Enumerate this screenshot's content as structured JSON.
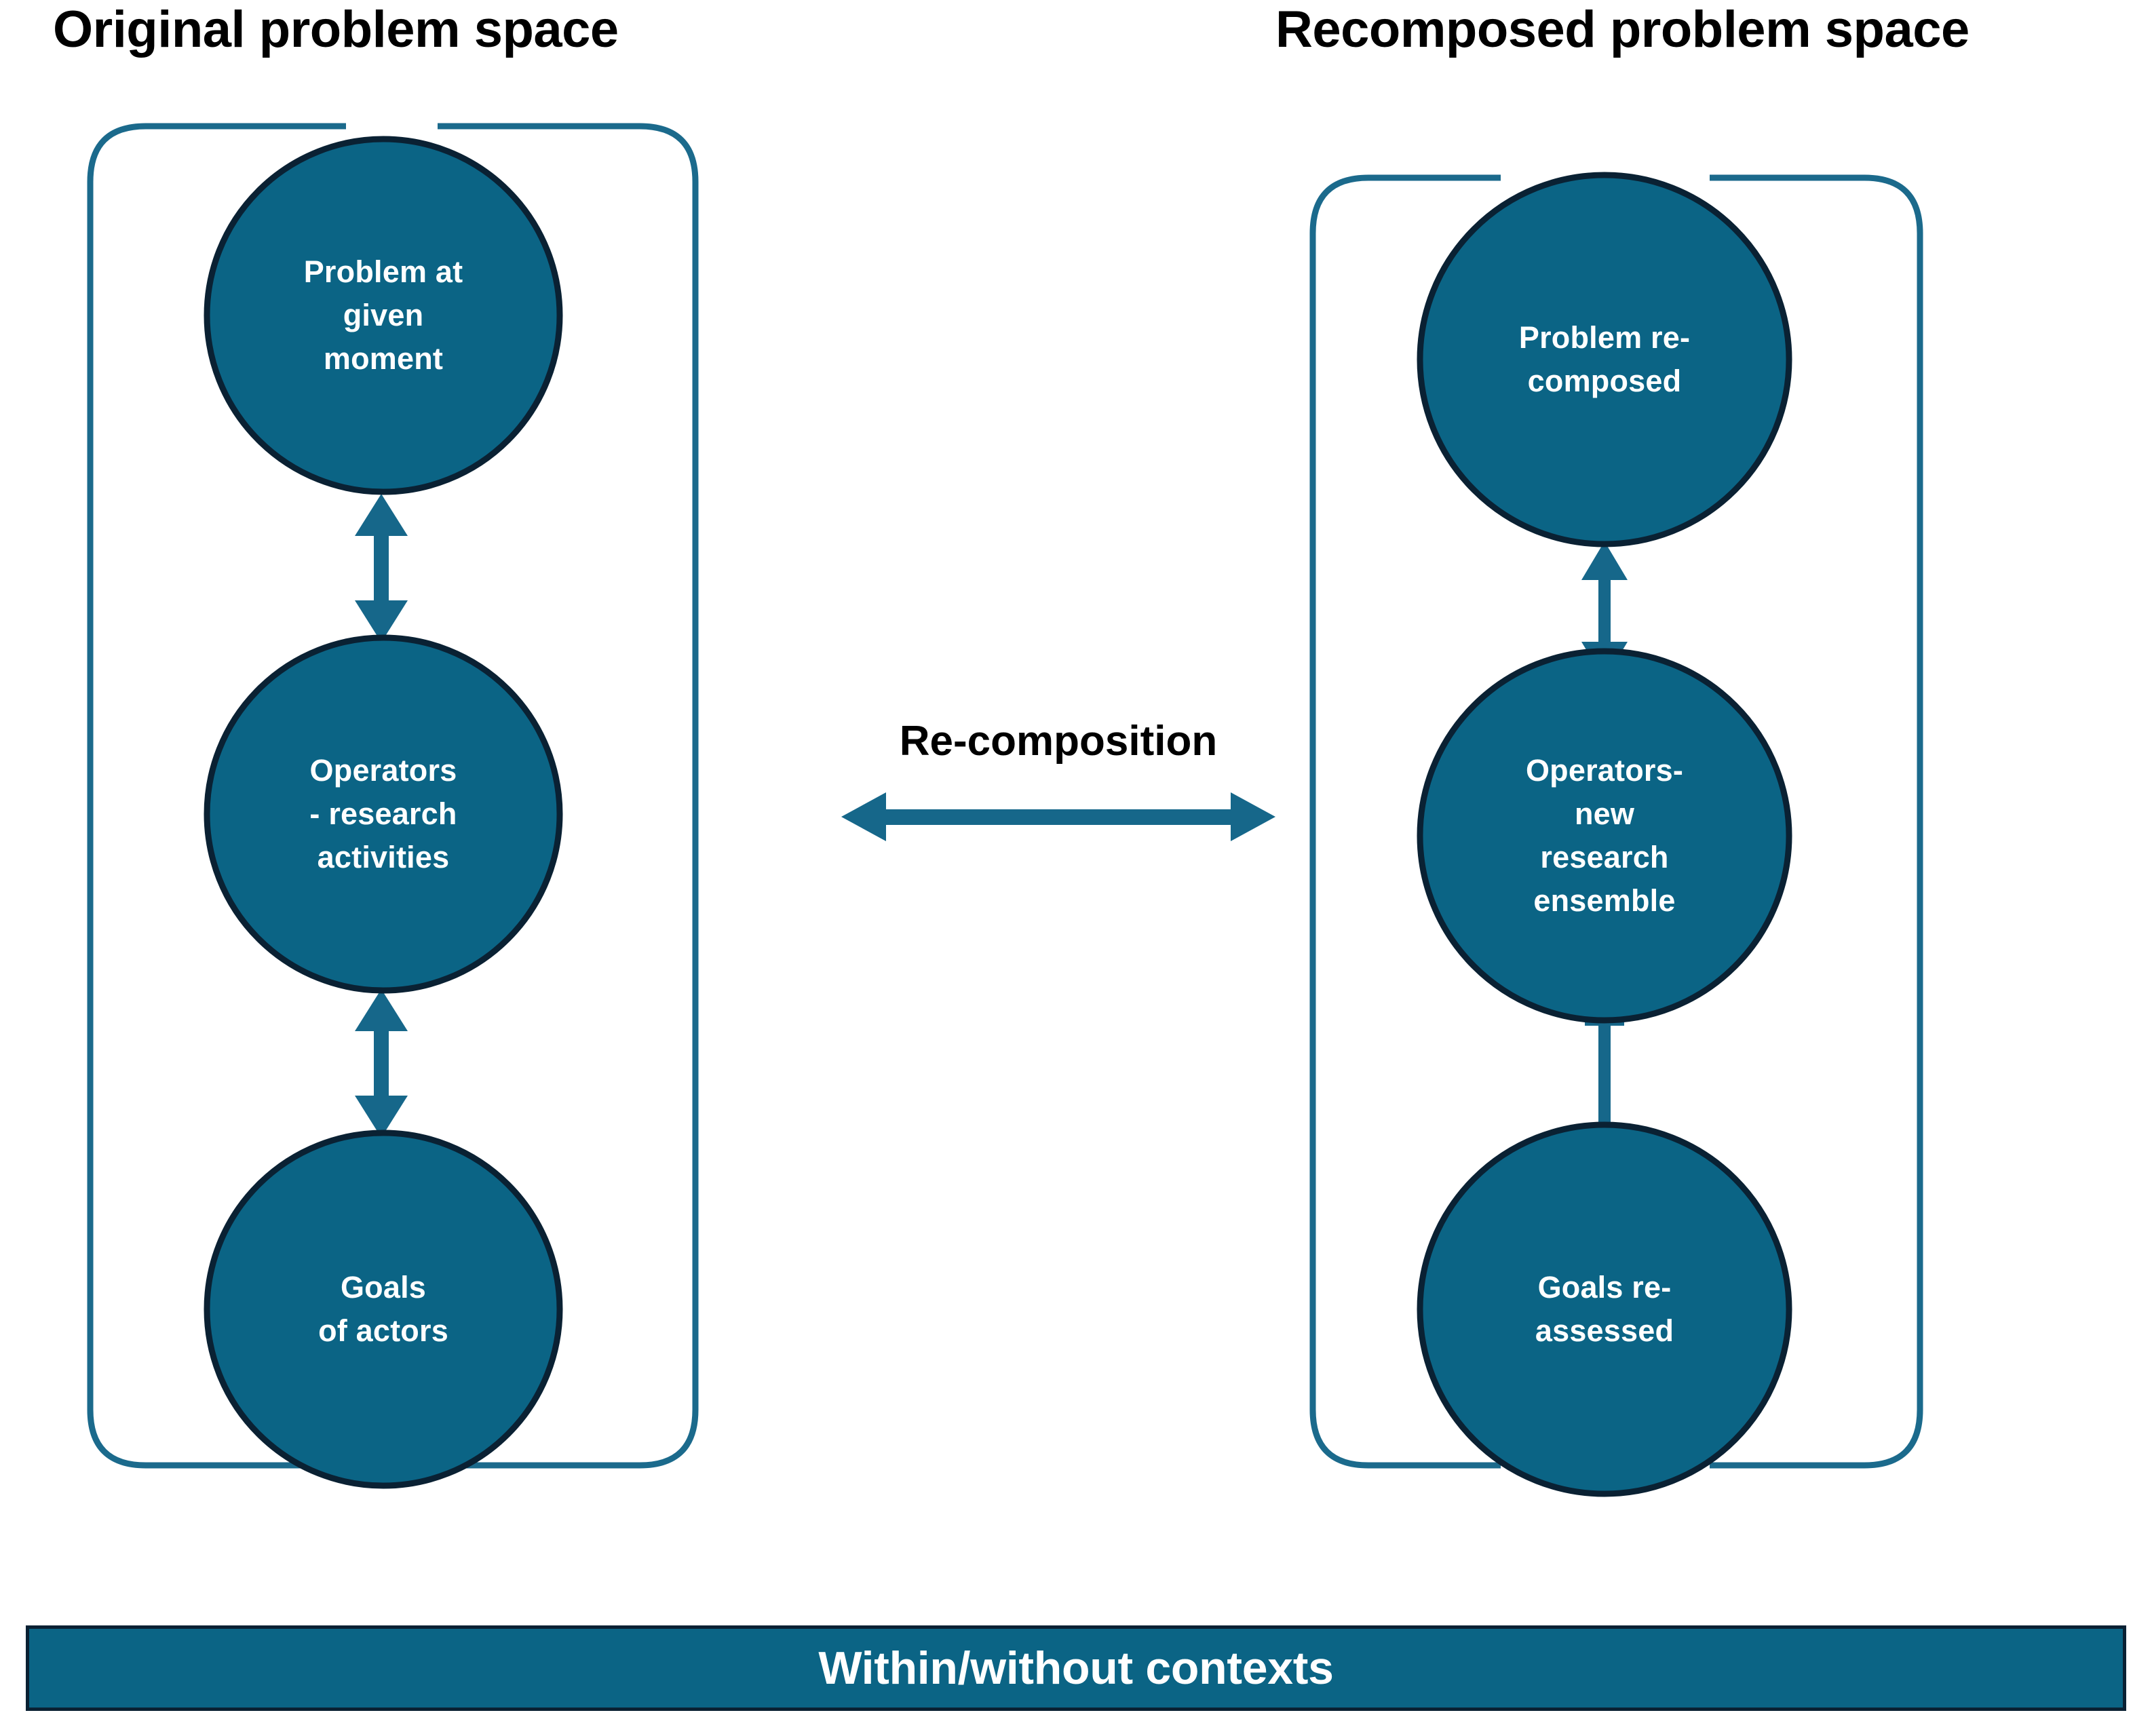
{
  "diagram": {
    "title_left": "Original problem space",
    "title_right": "Recomposed problem space",
    "center_label": "Re-composition",
    "footer_label": "Within/without contexts",
    "colors": {
      "node_fill": "#0B6485",
      "node_stroke": "#0A2133",
      "bracket_stroke": "#1B6A8C",
      "arrow": "#16678A",
      "banner_fill": "#0B6485",
      "banner_stroke": "#0A2133",
      "text_on_node": "#FFFFFF",
      "heading_text": "#000000"
    },
    "left_group": {
      "name": "Original problem space",
      "nodes": [
        {
          "id": "problem-at-given-moment",
          "label": "Problem at\ngiven\nmoment"
        },
        {
          "id": "operators-research-activities",
          "label": "Operators\n- research\nactivities"
        },
        {
          "id": "goals-of-actors",
          "label": "Goals\nof actors"
        }
      ],
      "connectors": [
        {
          "from": "problem-at-given-moment",
          "to": "operators-research-activities",
          "style": "double-headed-vertical-arrow"
        },
        {
          "from": "operators-research-activities",
          "to": "goals-of-actors",
          "style": "double-headed-vertical-arrow"
        }
      ]
    },
    "right_group": {
      "name": "Recomposed problem space",
      "nodes": [
        {
          "id": "problem-re-composed",
          "label": "Problem re-\ncomposed"
        },
        {
          "id": "operators-new-research-ensemble",
          "label": "Operators-\nnew\nresearch\nensemble"
        },
        {
          "id": "goals-re-assessed",
          "label": "Goals re-\nassessed"
        }
      ],
      "connectors": [
        {
          "from": "problem-re-composed",
          "to": "operators-new-research-ensemble",
          "style": "double-headed-vertical-arrow"
        },
        {
          "from": "operators-new-research-ensemble",
          "to": "goals-re-assessed",
          "style": "single-headed-down-arrow"
        }
      ]
    },
    "center_connector": {
      "label": "Re-composition",
      "style": "double-headed-horizontal-arrow"
    }
  }
}
